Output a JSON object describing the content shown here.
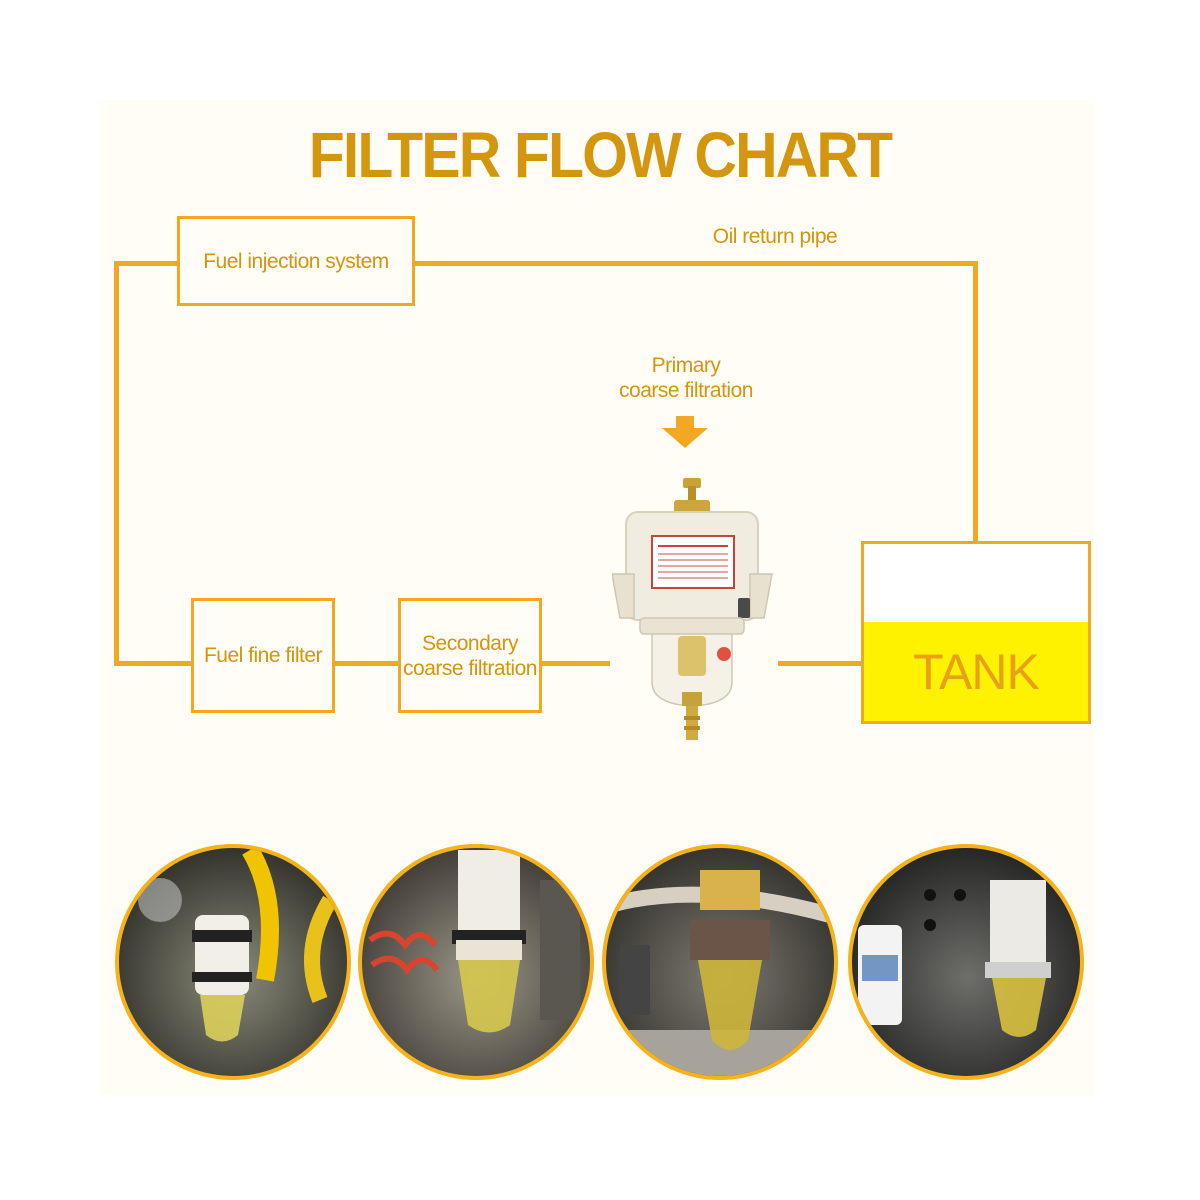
{
  "title": "FILTER FLOW CHART",
  "nodes": {
    "fuel_injection_system": "Fuel injection system",
    "oil_return_pipe": "Oil return pipe",
    "primary_line1": "Primary",
    "primary_line2": "coarse filtration",
    "fuel_fine_filter": "Fuel fine filter",
    "secondary_line1": "Secondary",
    "secondary_line2": "coarse filtration",
    "tank": "TANK"
  },
  "colors": {
    "accent": "#f2a823",
    "text": "#d4950f",
    "tank_fill": "#fff200",
    "photo_ring": "#f6b21a"
  },
  "photos": [
    {
      "name": "installed-filter-photo-1"
    },
    {
      "name": "installed-filter-photo-2"
    },
    {
      "name": "installed-filter-photo-3"
    },
    {
      "name": "installed-filter-photo-4"
    }
  ]
}
